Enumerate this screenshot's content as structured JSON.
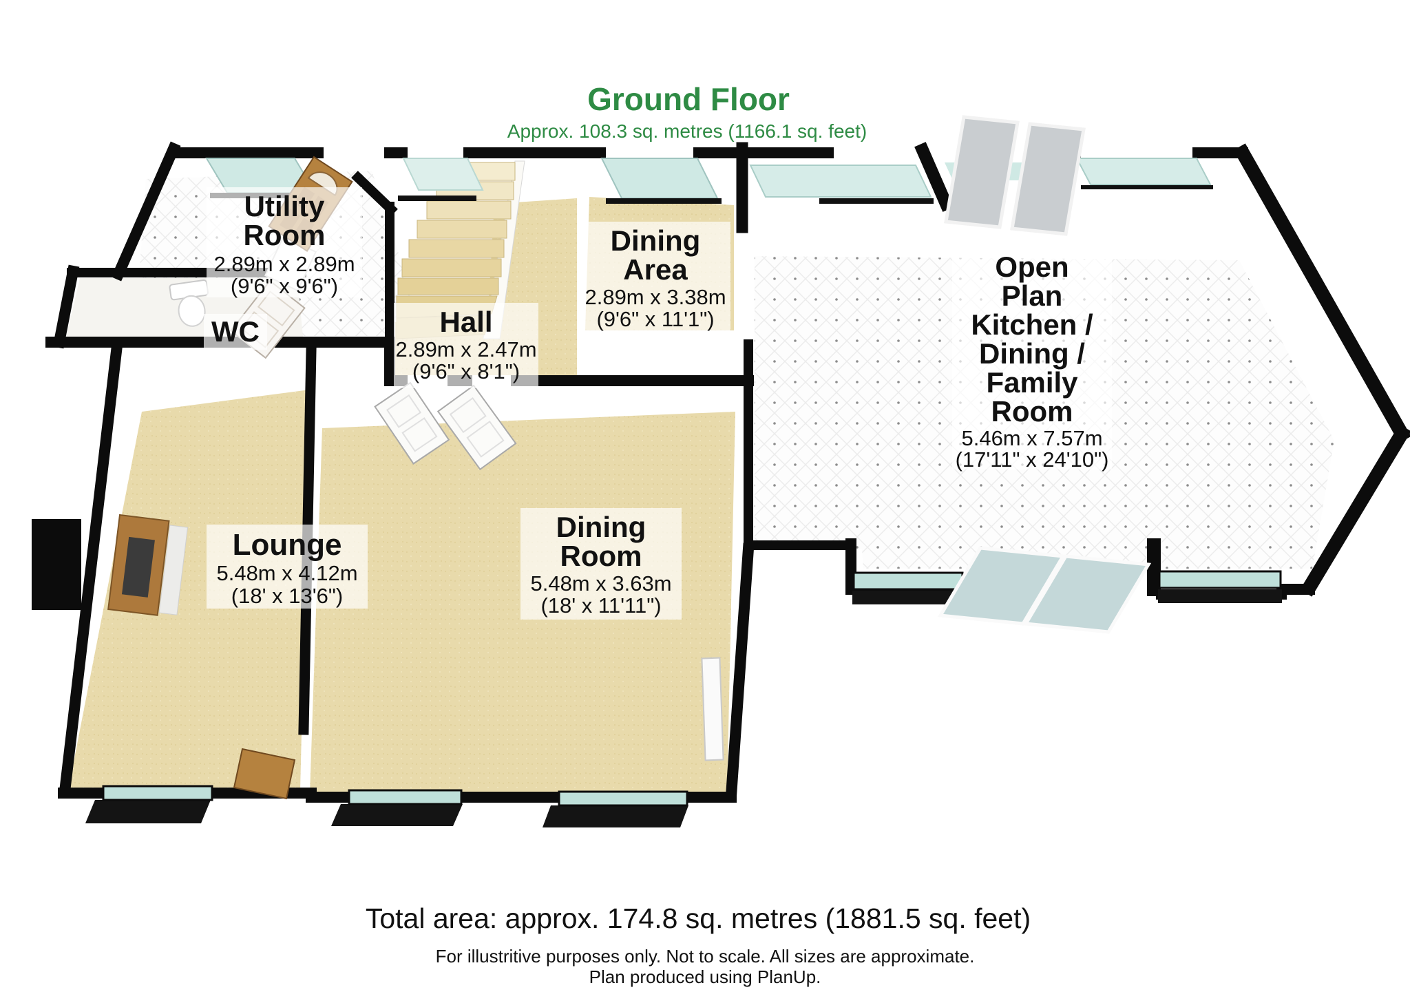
{
  "header": {
    "title": "Ground Floor",
    "subtitle": "Approx. 108.3 sq. metres (1166.1 sq. feet)"
  },
  "footer": {
    "total_area": "Total area: approx. 174.8 sq. metres (1881.5 sq. feet)",
    "disclaimer": "For illustritive purposes only.  Not to scale.  All sizes are approximate.",
    "credit": "Plan produced using PlanUp."
  },
  "rooms": {
    "utility": {
      "name1": "Utility",
      "name2": "Room",
      "metric": "2.89m x 2.89m",
      "imperial": "(9'6\" x 9'6\")"
    },
    "wc": {
      "name": "WC"
    },
    "hall": {
      "name": "Hall",
      "metric": "2.89m x 2.47m",
      "imperial": "(9'6\" x 8'1\")"
    },
    "dining_area": {
      "name1": "Dining",
      "name2": "Area",
      "metric": "2.89m x 3.38m",
      "imperial": "(9'6\" x 11'1\")"
    },
    "open_plan": {
      "lines": [
        "Open",
        "Plan",
        "Kitchen /",
        "Dining /",
        "Family",
        "Room"
      ],
      "metric": "5.46m x 7.57m",
      "imperial": "(17'11\" x 24'10\")"
    },
    "lounge": {
      "name": "Lounge",
      "metric": "5.48m x 4.12m",
      "imperial": "(18' x 13'6\")"
    },
    "dining_room": {
      "name1": "Dining",
      "name2": "Room",
      "metric": "5.48m x 3.63m",
      "imperial": "(18' x 11'11\")"
    }
  },
  "colors": {
    "title_green": "#2e8b44",
    "wall_black": "#0c0c0c",
    "carpet_beige": "#e8daab",
    "tile_white": "#fdfdfd",
    "glass_teal": "#bfe0da",
    "skylight_gray": "#c9cdd0",
    "door_wood": "#b5823f",
    "label_bg": "rgba(255,255,255,0.68)"
  }
}
